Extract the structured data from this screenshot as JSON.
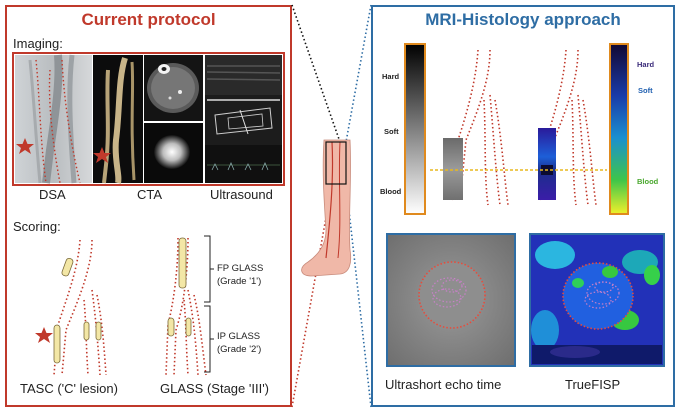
{
  "left": {
    "title": "Current protocol",
    "imaging_label": "Imaging:",
    "scoring_label": "Scoring:",
    "image_captions": [
      "DSA",
      "CTA",
      "Ultrasound"
    ],
    "fp_glass": "FP GLASS",
    "fp_grade": "(Grade '1')",
    "ip_glass": "IP GLASS",
    "ip_grade": "(Grade '2')",
    "tasc_caption": "TASC  ('C' lesion)",
    "glass_caption": "GLASS (Stage 'III')"
  },
  "right": {
    "title": "MRI-Histology approach",
    "scale_left": [
      "Hard",
      "Soft",
      "Blood"
    ],
    "scale_right": [
      "Hard",
      "Soft",
      "Blood"
    ],
    "captions": [
      "Ultrashort echo time",
      "TrueFISP"
    ]
  },
  "colors": {
    "protocol_red": "#c0392b",
    "approach_blue": "#2e6da4",
    "scale_frame": "#e08a1e",
    "hard_label": "#3a2a7a",
    "soft_label": "#1f5fb0",
    "blood_label": "#4aa82e"
  }
}
